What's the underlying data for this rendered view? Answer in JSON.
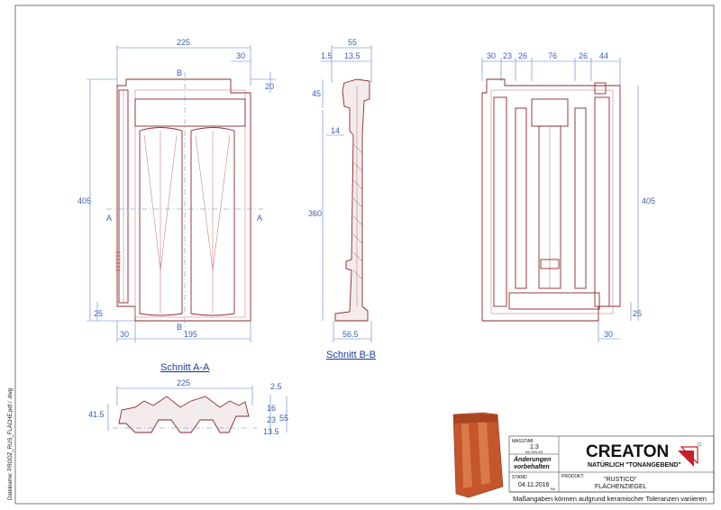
{
  "front_view": {
    "dims": {
      "width_top": "225",
      "top_right": "30",
      "right_small": "20",
      "height_left": "405",
      "bottom_left": "25",
      "bottom_left_w": "30",
      "bottom_width": "195"
    },
    "section_marks": {
      "top": "B",
      "bottom": "B",
      "left": "A",
      "right": "A"
    }
  },
  "section_bb": {
    "title": "Schnitt B-B",
    "dims": {
      "top_width": "55",
      "top_a": "1.5",
      "top_b": "13.5",
      "left_upper": "45",
      "inner": "14",
      "left_main": "360",
      "bottom_width": "56.5"
    }
  },
  "back_view": {
    "dims": {
      "t1": "30",
      "t2": "23",
      "t3": "26",
      "t4": "76",
      "t5": "26",
      "t6": "44",
      "height_right": "405",
      "bottom_right": "25",
      "bottom_right_w": "30"
    }
  },
  "section_aa": {
    "title": "Schnitt A-A",
    "dims": {
      "width": "225",
      "left": "41.5",
      "r1": "2.5",
      "r2": "16",
      "r3": "23",
      "r4": "13.5",
      "r_total": "55"
    }
  },
  "side_text": "Dateiname: PRODZ_RUS_FLÄCHE.pdf / .dwg",
  "title_block": {
    "massstab_label": "MASSTAB",
    "massstab_value": "1:3",
    "massstab_note": "bei DIN A3",
    "aenderungen_line1": "Änderungen",
    "aenderungen_line2": "vorbehalten",
    "stand_label": "STAND",
    "stand_value": "04.11.2016",
    "stand_initials": "Rk",
    "produkt_label": "PRODUKT:",
    "produkt_line1": "\"RUSTICO\"",
    "produkt_line2": "FLÄCHENZIEGEL",
    "brand": "CREATON",
    "brand_slogan": "NATÜRLICH \"TONANGEBEND\"",
    "disclaimer": "Maßangaben können aufgrund keramischer Toleranzen variieren"
  },
  "colors": {
    "dimension": "#3b5fb3",
    "part_outline": "#8a2a2a",
    "tile_red": "#c4552c",
    "brand_red": "#c8202a"
  }
}
